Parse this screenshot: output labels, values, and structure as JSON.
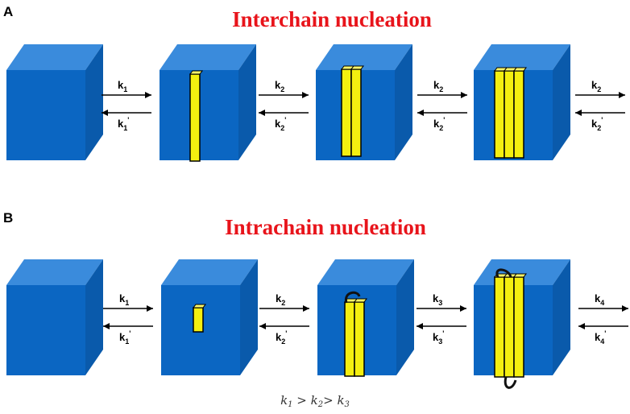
{
  "panels": [
    {
      "letter": "A",
      "title": "Interchain nucleation",
      "arrows": [
        {
          "forward": "k",
          "forward_sub": "1",
          "backward": "k",
          "backward_sub": "1",
          "backward_prime": "'"
        },
        {
          "forward": "k",
          "forward_sub": "2",
          "backward": "k",
          "backward_sub": "2",
          "backward_prime": "'"
        },
        {
          "forward": "k",
          "forward_sub": "2",
          "backward": "k",
          "backward_sub": "2",
          "backward_prime": "'"
        },
        {
          "forward": "k",
          "forward_sub": "2",
          "backward": "k",
          "backward_sub": "2",
          "backward_prime": "'"
        }
      ]
    },
    {
      "letter": "B",
      "title": "Intrachain nucleation",
      "arrows": [
        {
          "forward": "k",
          "forward_sub": "1",
          "backward": "k",
          "backward_sub": "1",
          "backward_prime": "'"
        },
        {
          "forward": "k",
          "forward_sub": "2",
          "backward": "k",
          "backward_sub": "2",
          "backward_prime": "'"
        },
        {
          "forward": "k",
          "forward_sub": "3",
          "backward": "k",
          "backward_sub": "3",
          "backward_prime": "'"
        },
        {
          "forward": "k",
          "forward_sub": "4",
          "backward": "k",
          "backward_sub": "4",
          "backward_prime": "'"
        }
      ]
    }
  ],
  "relation": {
    "parts": [
      {
        "k": "k",
        "sub": "1",
        "op": " > "
      },
      {
        "k": "k",
        "sub": "2",
        "op": "> "
      },
      {
        "k": "k",
        "sub": "3",
        "op": ""
      }
    ]
  },
  "colors": {
    "cube_front": "#0b66c2",
    "cube_top": "#3a8bdc",
    "cube_side": "#0a5aab",
    "fibril": "#f4ef10",
    "title": "#e8141b"
  }
}
